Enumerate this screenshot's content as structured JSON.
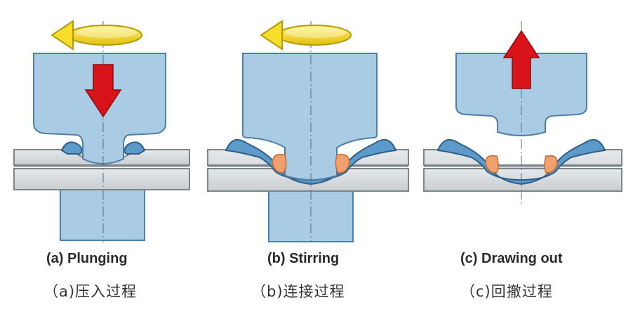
{
  "panels": [
    {
      "caption_en": "(a) Plunging",
      "caption_zh": "（a)压入过程",
      "tool_rotation": "counter-clockwise-rotation-arrow",
      "tool_motion": "down"
    },
    {
      "caption_en": "(b) Stirring",
      "caption_zh": "（b)连接过程",
      "tool_rotation": "counter-clockwise-rotation-arrow",
      "tool_motion": "none"
    },
    {
      "caption_en": "(c) Drawing out",
      "caption_zh": "（c)回撤过程",
      "tool_rotation": "none",
      "tool_motion": "up"
    }
  ],
  "colors": {
    "tool": "#a9cbe4",
    "tool_edge": "#4f7ea6",
    "sheet": "#d8dcdf",
    "sheet_edge": "#7d8589",
    "material": "#5b9ac9",
    "material_edge": "#2f5f87",
    "zone": "#f0a06c",
    "motion_arrow": "#d8141a",
    "rotation_arrow": "#f2d419"
  }
}
